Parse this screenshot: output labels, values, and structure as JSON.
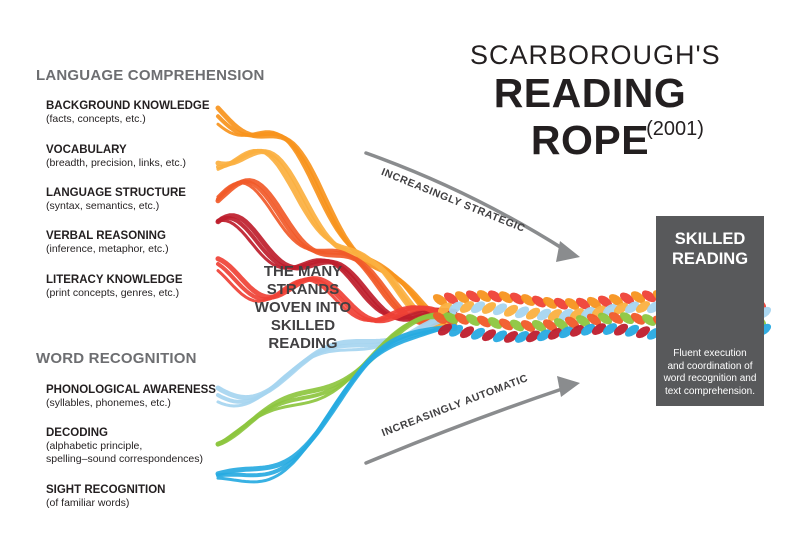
{
  "title": {
    "line1": "SCARBOROUGH'S",
    "line2": "READING ROPE",
    "year": "(2001)"
  },
  "language_comprehension": {
    "heading": "LANGUAGE COMPREHENSION",
    "strands": [
      {
        "name": "BACKGROUND KNOWLEDGE",
        "desc": "(facts, concepts, etc.)",
        "color": "#f7941d"
      },
      {
        "name": "VOCABULARY",
        "desc": "(breadth, precision, links, etc.)",
        "color": "#fbb040"
      },
      {
        "name": "LANGUAGE STRUCTURE",
        "desc": "(syntax, semantics, etc.)",
        "color": "#f15a29"
      },
      {
        "name": "VERBAL REASONING",
        "desc": "(inference, metaphor, etc.)",
        "color": "#be1e2d"
      },
      {
        "name": "LITERACY KNOWLEDGE",
        "desc": "(print concepts, genres, etc.)",
        "color": "#ef4136"
      }
    ]
  },
  "word_recognition": {
    "heading": "WORD RECOGNITION",
    "strands": [
      {
        "name": "PHONOLOGICAL AWARENESS",
        "desc": "(syllables, phonemes, etc.)",
        "color": "#a6d5f0"
      },
      {
        "name": "DECODING",
        "desc": "(alphabetic principle,",
        "desc2": "spelling–sound correspondences)",
        "color": "#8dc63f"
      },
      {
        "name": "SIGHT RECOGNITION",
        "desc": "(of familiar words)",
        "color": "#27aae1"
      }
    ]
  },
  "center_caption": [
    "THE MANY",
    "STRANDS",
    "WOVEN INTO",
    "SKILLED",
    "READING"
  ],
  "arrows": {
    "upper": "INCREASINGLY STRATEGIC",
    "lower": "INCREASINGLY AUTOMATIC",
    "color": "#8a8c8e"
  },
  "skilled_reading": {
    "title": [
      "SKILLED",
      "READING"
    ],
    "desc": [
      "Fluent execution",
      "and coordination of",
      "word recognition and",
      "text comprehension."
    ],
    "box_color": "#58595b"
  }
}
